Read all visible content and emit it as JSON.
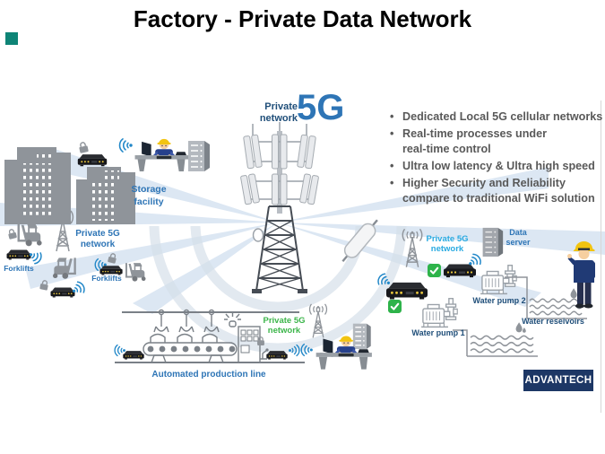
{
  "slide": {
    "title": "Factory - Private Data Network"
  },
  "benefits": [
    "Dedicated Local 5G cellular networks",
    "Real-time processes under real-time control",
    "Ultra low latency & Ultra high speed",
    "Higher Security and Reliability compare to traditional WiFi solution"
  ],
  "center": {
    "network_label": "Private network",
    "tech": "5G"
  },
  "labels": {
    "storage_facility": "Storage facility",
    "private_5g_left": "Private 5G network",
    "private_5g_green": "Private 5G network",
    "private_5g_cyan": "Private 5G network",
    "forklifts_1": "Forklifts",
    "forklifts_2": "Forklifts",
    "production_line": "Automated production line",
    "data_server": "Data server",
    "water_pump_1": "Water pump 1",
    "water_pump_2": "Water pump 2",
    "water_reservoirs": "Water reseivoirs"
  },
  "logo": {
    "text": "ADVANTECH"
  },
  "icons": {
    "wifi": "radio-signal-arcs",
    "lock": "padlock",
    "check": "green-checkmark",
    "router": "industrial-5g-router",
    "forklift": "forklift",
    "cell_tower": "small-cell-tower",
    "big_tower": "5g-antenna-mast",
    "server": "server-rack",
    "desk_worker": "worker-at-desk",
    "standing_worker": "factory-worker",
    "pump": "water-pump",
    "waves": "water-surface",
    "drop": "water-drops",
    "antenna": "omni-antenna",
    "buildings": "factory-buildings"
  },
  "colors": {
    "label_blue": "#2e75b6",
    "dark_blue": "#1f4e79",
    "cyan": "#29aae1",
    "green": "#3cb54a",
    "check_green": "#2eb34a",
    "wifi_blue": "#2187c8",
    "icon_gray": "#8f949a",
    "text_gray": "#595959",
    "logo_navy": "#1d3765",
    "ray_blue": "#dce7f3"
  }
}
